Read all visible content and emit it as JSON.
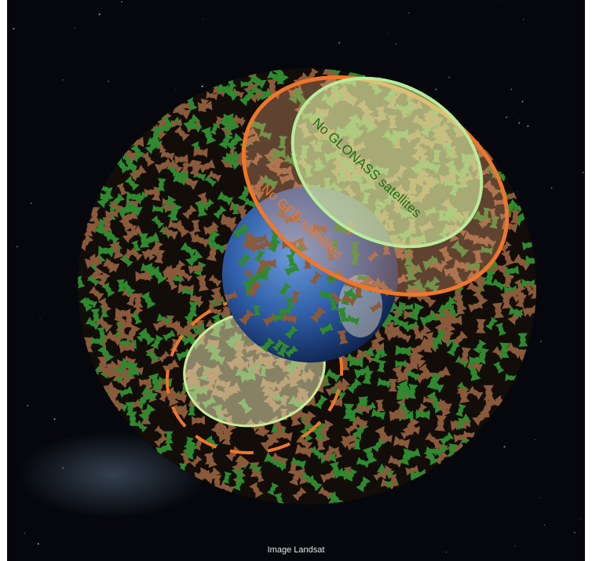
{
  "labels": {
    "no_glonass": "No GLONASS satellites",
    "no_gps": "No GPS satellites",
    "credit": "Image Landsat"
  },
  "colors": {
    "space": "#05070c",
    "gps_satellite": "#8a5a3a",
    "glonass_satellite": "#2f8a2f",
    "gps_zone_ring": "#f0762a",
    "glonass_zone_ring": "#b8ec9a",
    "glonass_label": "#1d6b14",
    "gps_label": "#f0762a",
    "earth": "#3d6fb8"
  }
}
